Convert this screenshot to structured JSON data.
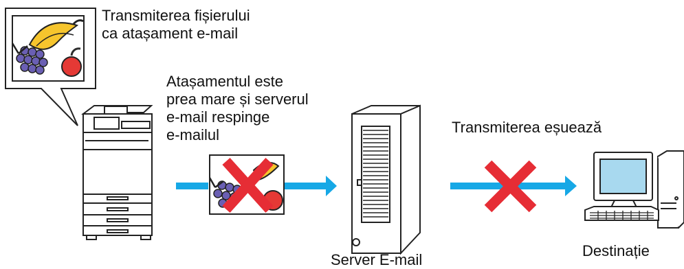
{
  "labels": {
    "balloon": [
      "Transmiterea fișierului",
      "ca atașament e-mail"
    ],
    "rejection": [
      "Atașamentul este",
      "prea mare și serverul",
      "e-mail respinge",
      "e-mailul"
    ],
    "failure": "Transmiterea eșuează",
    "server": "Server E-mail",
    "destination": "Destinație"
  },
  "colors": {
    "arrow": "#16a8e6",
    "cross": "#e62d35",
    "line": "#222222",
    "fruit_red": "#e53935",
    "fruit_yellow": "#f6c52d",
    "grape_purple": "#6a5fb3",
    "screen_cyan": "#a8d9ef"
  },
  "icons": {
    "device": "multifunction-printer-icon",
    "attachment": "image-attachment-icon",
    "server": "server-tower-icon",
    "destination": "desktop-computer-icon",
    "failure": "red-cross-icon"
  }
}
